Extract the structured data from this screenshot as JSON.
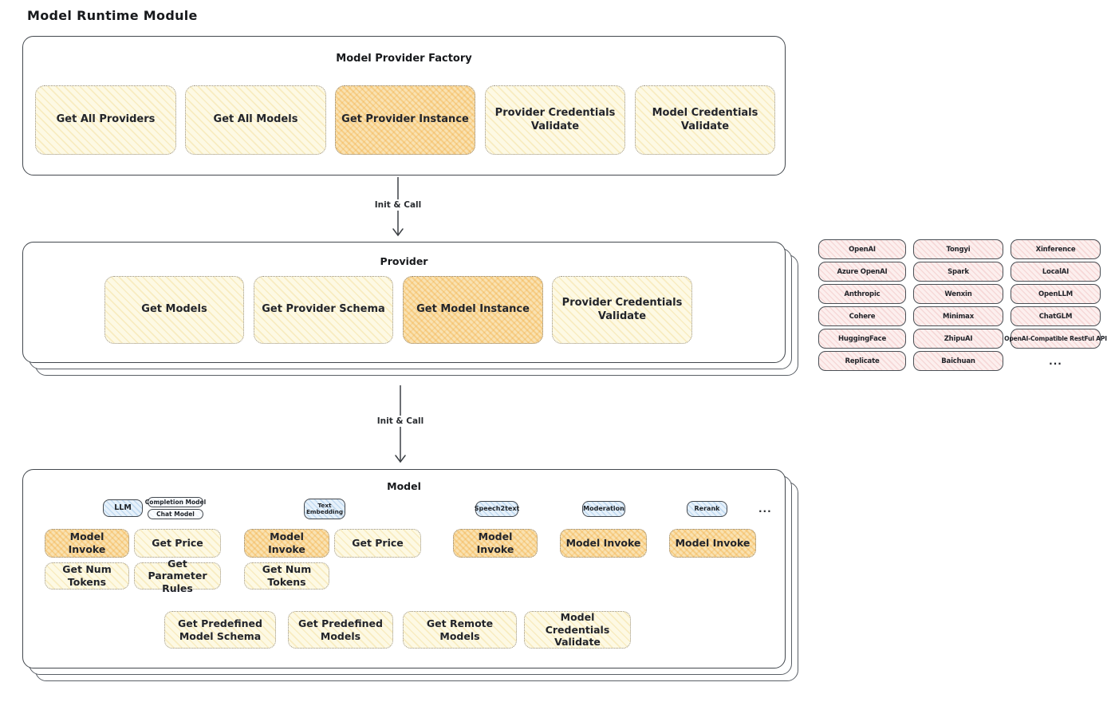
{
  "page_title": "Model Runtime Module",
  "arrows": [
    {
      "label": "Init & Call"
    },
    {
      "label": "Init & Call"
    }
  ],
  "factory": {
    "title": "Model Provider Factory",
    "buttons": [
      {
        "label": "Get All Providers",
        "highlight": false
      },
      {
        "label": "Get All Models",
        "highlight": false
      },
      {
        "label": "Get Provider Instance",
        "highlight": true
      },
      {
        "label": "Provider Credentials Validate",
        "highlight": false
      },
      {
        "label": "Model Credentials Validate",
        "highlight": false
      }
    ]
  },
  "provider": {
    "title": "Provider",
    "buttons": [
      {
        "label": "Get Models",
        "highlight": false
      },
      {
        "label": "Get Provider Schema",
        "highlight": false
      },
      {
        "label": "Get Model Instance",
        "highlight": true
      },
      {
        "label": "Provider Credentials Validate",
        "highlight": false
      }
    ]
  },
  "providers": {
    "rows": [
      [
        "OpenAI",
        "Tongyi",
        "Xinference"
      ],
      [
        "Azure OpenAI",
        "Spark",
        "LocalAI"
      ],
      [
        "Anthropic",
        "Wenxin",
        "OpenLLM"
      ],
      [
        "Cohere",
        "Minimax",
        "ChatGLM"
      ],
      [
        "HuggingFace",
        "ZhipuAI",
        "OpenAI-Compatible RestFul API"
      ],
      [
        "Replicate",
        "Baichuan",
        "..."
      ]
    ]
  },
  "model": {
    "title": "Model",
    "more_label": "...",
    "groups": [
      {
        "tab": "LLM",
        "subtabs": [
          "Completion Model",
          "Chat Model"
        ],
        "buttons": [
          {
            "label": "Model Invoke",
            "highlight": true
          },
          {
            "label": "Get Price",
            "highlight": false
          },
          {
            "label": "Get Num Tokens",
            "highlight": false
          },
          {
            "label": "Get Parameter Rules",
            "highlight": false
          }
        ]
      },
      {
        "tab": "Text Embedding",
        "buttons": [
          {
            "label": "Model Invoke",
            "highlight": true
          },
          {
            "label": "Get Price",
            "highlight": false
          },
          {
            "label": "Get Num Tokens",
            "highlight": false
          }
        ]
      },
      {
        "tab": "Speech2text",
        "buttons": [
          {
            "label": "Model Invoke",
            "highlight": true
          }
        ]
      },
      {
        "tab": "Moderation",
        "buttons": [
          {
            "label": "Model Invoke",
            "highlight": true
          }
        ]
      },
      {
        "tab": "Rerank",
        "buttons": [
          {
            "label": "Model Invoke",
            "highlight": true
          }
        ]
      }
    ],
    "shared_buttons": [
      {
        "label": "Get Predefined Model Schema"
      },
      {
        "label": "Get Predefined Models"
      },
      {
        "label": "Get Remote Models"
      },
      {
        "label": "Model Credentials Validate"
      }
    ]
  },
  "colors": {
    "button_yellow": "#fdf9e4",
    "button_highlight_orange": "#f9e2b2",
    "tab_blue": "#e6f1fb",
    "provider_pink": "#fcefee",
    "stroke_dark": "#43484e"
  }
}
